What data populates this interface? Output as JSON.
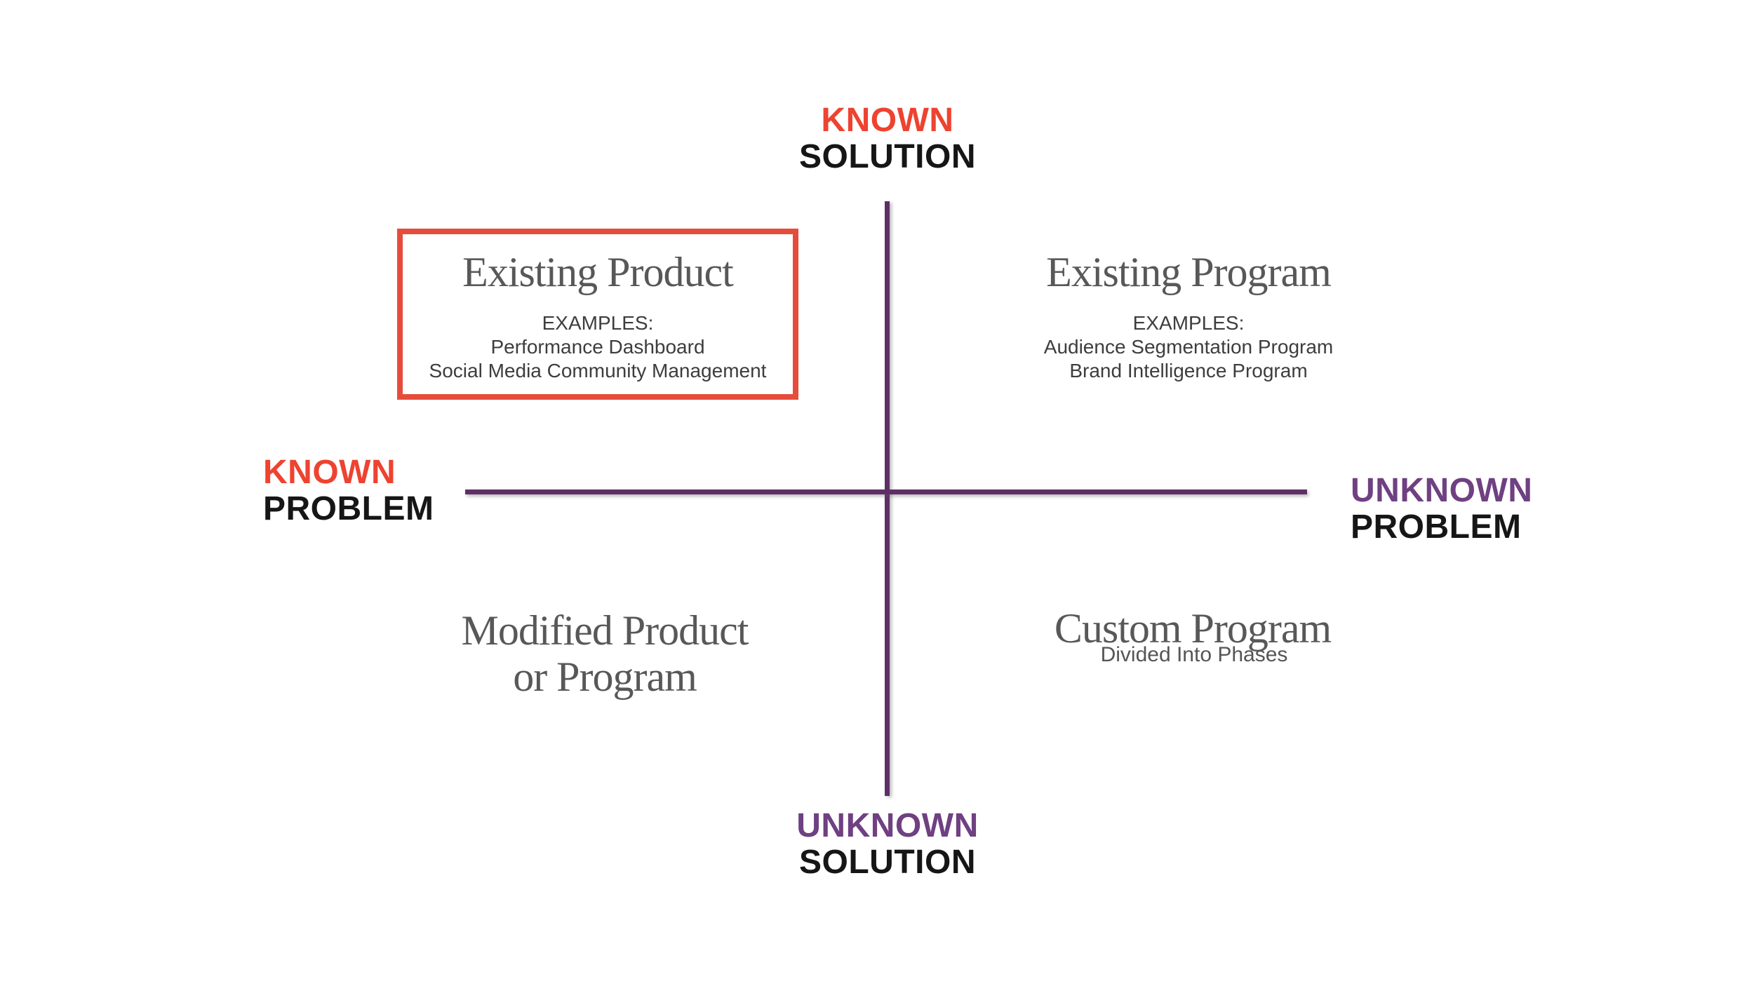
{
  "colors": {
    "red": "#ED4330",
    "purple": "#6F4082",
    "line_purple": "#5E2F66",
    "box_border": "#E64C3C",
    "serif_gray": "#585858",
    "text_dark": "#3D3D3D",
    "subtitle_gray": "#555555",
    "black": "#161616"
  },
  "axes": {
    "top": {
      "line1": "KNOWN",
      "line2": "SOLUTION"
    },
    "bottom": {
      "line1": "UNKNOWN",
      "line2": "SOLUTION"
    },
    "left": {
      "line1": "KNOWN",
      "line2": "PROBLEM"
    },
    "right": {
      "line1": "UNKNOWN",
      "line2": "PROBLEM"
    }
  },
  "quadrants": {
    "top_left": {
      "title": "Existing Product",
      "highlighted": true,
      "examples_label": "EXAMPLES:",
      "examples": [
        "Performance Dashboard",
        "Social Media Community Management"
      ]
    },
    "top_right": {
      "title": "Existing Program",
      "highlighted": false,
      "examples_label": "EXAMPLES:",
      "examples": [
        "Audience Segmentation Program",
        "Brand Intelligence Program"
      ]
    },
    "bottom_left": {
      "title_line1": "Modified Product",
      "title_line2": "or Program"
    },
    "bottom_right": {
      "title": "Custom Program",
      "subtitle": "Divided Into Phases"
    }
  }
}
